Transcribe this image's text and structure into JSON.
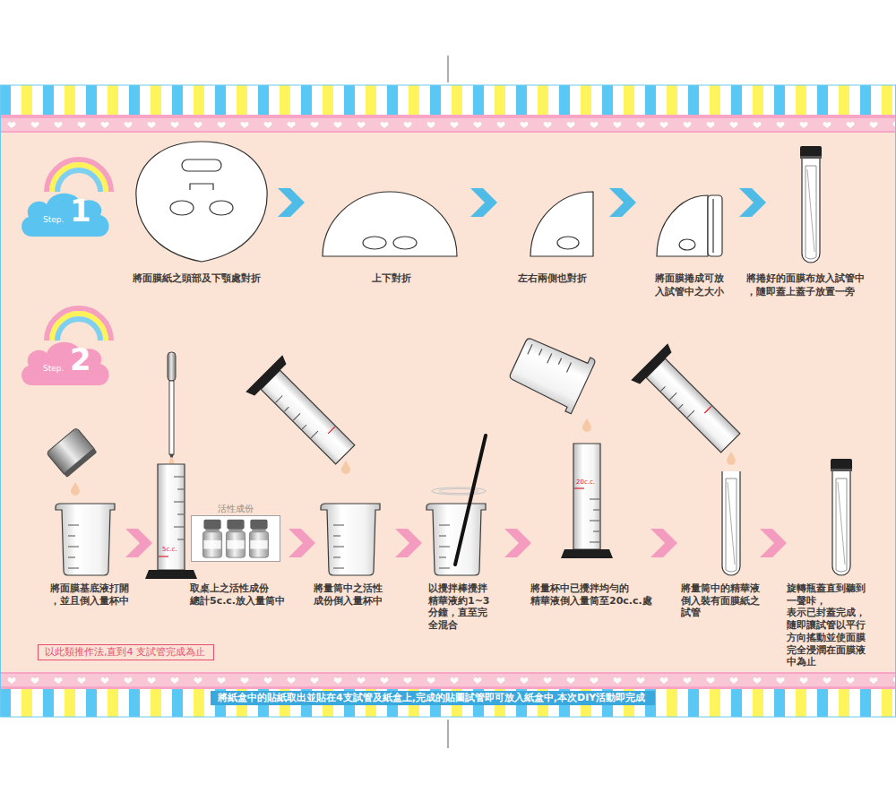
{
  "diagram": {
    "nodes": [
      {
        "text": [
          "Step.",
          "1"
        ]
      },
      {
        "text": [
          "Step.",
          "2"
        ]
      },
      {
        "text": [
          "活性成份"
        ]
      },
      {
        "text": [
          "以此類推作法,直到4 支試管完成為止"
        ]
      },
      {
        "text": [
          "將紙盒中的貼紙取出並貼在4支試管及紙盒上,完成的貼圖試管即可放入紙盒中,本次DIY活動即完成"
        ]
      }
    ],
    "labels": [
      "將面膜紙之頭部及下顎處對折",
      "上下對折",
      "左右兩側也對折",
      "將面膜捲成可放 入試管中之大小",
      "將捲好的面膜布放入試管中 ，隨即蓋上蓋子放置一旁",
      "5c.c.",
      "將面膜基底液打開 ，並且倒入量杯中",
      "取桌上之活性成份 總計5c.c.放入量筒中",
      "將量筒中之活性 成份倒入量杯中",
      "以攪拌棒攪拌 精華液約1~3 分鐘，直至完 全混合",
      "20c.c.",
      "將量杯中已攪拌均勻的 精華液倒入量筒至20c.c.處",
      "將量筒中的精華液 倒入裝有面膜紙之 試管",
      "旋轉瓶蓋直到聽到 一聲咔， 表示已封蓋完成， 隨即讓試管以平行 方向搖動並使面膜 完全浸潤在面膜液 中為止"
    ]
  }
}
